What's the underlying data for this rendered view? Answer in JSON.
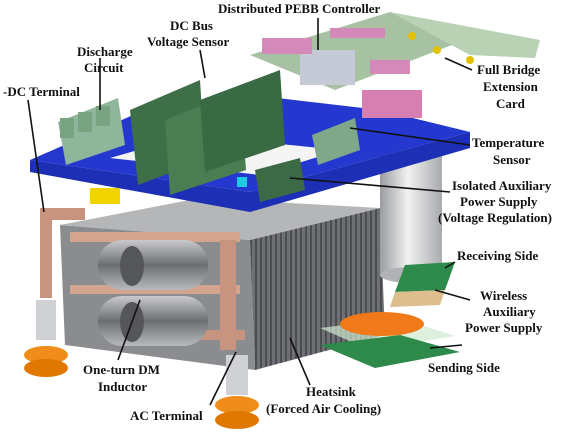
{
  "labels": {
    "distributed_controller": "Distributed PEBB Controller",
    "dc_bus_sensor_l1": "DC Bus",
    "dc_bus_sensor_l2": "Voltage Sensor",
    "discharge_l1": "Discharge",
    "discharge_l2": "Circuit",
    "dc_terminal": "-DC Terminal",
    "full_bridge_l1": "Full Bridge",
    "full_bridge_l2": "Extension",
    "full_bridge_l3": "Card",
    "temp_sensor_l1": "Temperature",
    "temp_sensor_l2": "Sensor",
    "isolated_aux_l1": "Isolated Auxiliary",
    "isolated_aux_l2": "Power Supply",
    "isolated_aux_l3": "(Voltage Regulation)",
    "receiving_side": "Receiving Side",
    "wireless_aux_l1": "Wireless",
    "wireless_aux_l2": "Auxiliary",
    "wireless_aux_l3": "Power Supply",
    "sending_side": "Sending Side",
    "dm_inductor_l1": "One-turn DM",
    "dm_inductor_l2": "Inductor",
    "heatsink_l1": "Heatsink",
    "heatsink_l2": "(Forced Air Cooling)",
    "ac_terminal": "AC Terminal"
  }
}
